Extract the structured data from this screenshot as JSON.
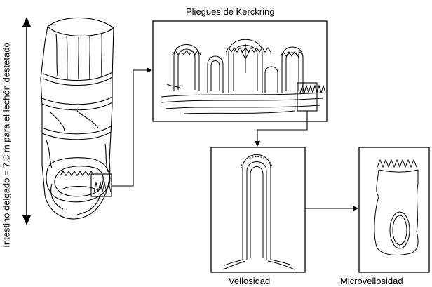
{
  "labels": {
    "side_measure": "Intestino delgado = 7.8 m para el lechón destetado",
    "folds": "Pliegues de Kerckring",
    "villus": "Vellosidad",
    "microvillus": "Microvellosidad"
  },
  "colors": {
    "ink": "#000000",
    "background": "#ffffff"
  }
}
